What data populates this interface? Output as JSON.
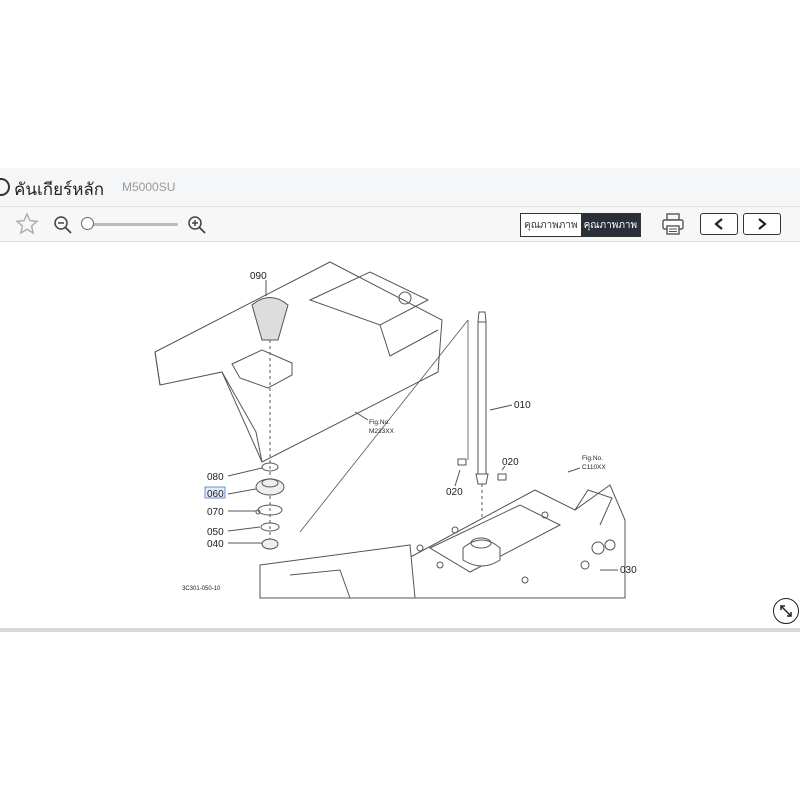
{
  "header": {
    "title": "คันเกียร์หลัก",
    "model": "M5000SU"
  },
  "toolbar": {
    "quality_low": "คุณภาพภาพ",
    "quality_high": "คุณภาพภาพ",
    "zoom_level": 0.0
  },
  "diagram": {
    "callouts": {
      "p090": "090",
      "p010": "010",
      "p020a": "020",
      "p020b": "020",
      "p080": "080",
      "p060": "060",
      "p070": "070",
      "p050": "050",
      "p040": "040",
      "p030": "030"
    },
    "fig1": {
      "line1": "Fig.No.",
      "line2": "M233XX"
    },
    "fig2": {
      "line1": "Fig.No.",
      "line2": "C110XX"
    },
    "code": "3C301-050-10",
    "highlighted": "060"
  },
  "icons": {
    "title": "circle-icon",
    "favorite": "star-icon",
    "zoom_out": "zoom-out-icon",
    "zoom_in": "zoom-in-icon",
    "print": "printer-icon",
    "prev": "chevron-left-icon",
    "next": "chevron-right-icon",
    "expand": "expand-icon"
  }
}
